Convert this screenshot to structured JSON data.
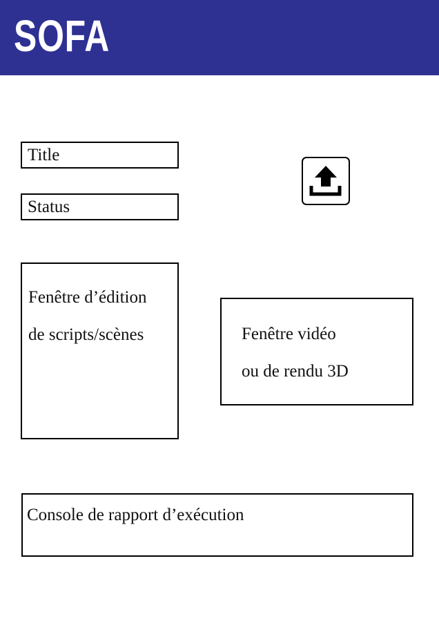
{
  "header": {
    "logo": "SOFA",
    "color": "#2e3192"
  },
  "title_field": {
    "label": "Title"
  },
  "status_field": {
    "label": "Status"
  },
  "upload": {
    "icon": "upload-icon"
  },
  "script_editor": {
    "line1": "Fenêtre d’édition",
    "line2": "de scripts/scènes"
  },
  "video_window": {
    "line1": "Fenêtre vidéo",
    "line2": "ou de rendu 3D"
  },
  "console": {
    "label": "Console de rapport d’exécution"
  }
}
